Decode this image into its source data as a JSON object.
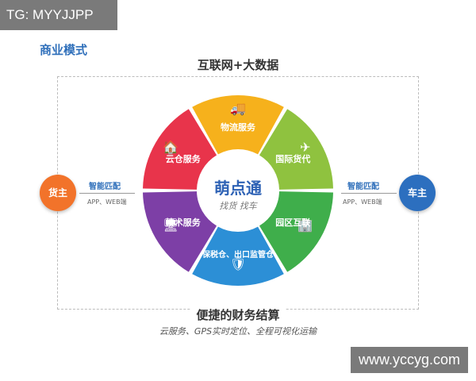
{
  "watermark_top": "TG: MYYJJPP",
  "section_title": "商业模式",
  "top_label": "互联网+大数据",
  "center": {
    "title": "萌点通",
    "subtitle": "找货  找车"
  },
  "segments": [
    {
      "label": "物流服务",
      "icon": "truck-icon",
      "color": "#f6b11c"
    },
    {
      "label": "国际货代",
      "icon": "plane-globe-icon",
      "color": "#8fc23f"
    },
    {
      "label": "园区互联",
      "icon": "buildings-icon",
      "color": "#3fae4b"
    },
    {
      "label": "保税仓、出口监管仓",
      "icon": "shield-icon",
      "color": "#2c8fd6"
    },
    {
      "label": "技术服务",
      "icon": "monitor-icon",
      "color": "#7d3fa6"
    },
    {
      "label": "云仓服务",
      "icon": "warehouse-icon",
      "color": "#e8344b"
    }
  ],
  "left_party": {
    "label": "货主",
    "color": "#f2732a",
    "link_title": "智能匹配",
    "link_sub": "APP、WEB端"
  },
  "right_party": {
    "label": "车主",
    "color": "#2c6fbf",
    "link_title": "智能匹配",
    "link_sub": "APP、WEB端"
  },
  "bottom_label": "便捷的财务结算",
  "bottom_sub": "云服务、GPS实时定位、全程可视化运输",
  "watermark_bottom": "www.yccyg.com"
}
